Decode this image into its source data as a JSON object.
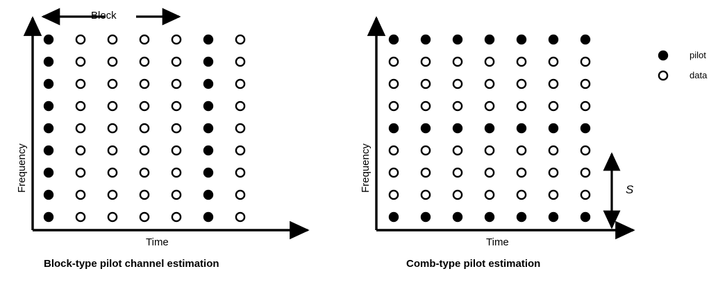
{
  "figure": {
    "background": "#ffffff",
    "ink": "#000000",
    "panels": [
      {
        "id": "block-type",
        "caption": "Block-type pilot channel estimation",
        "xlabel": "Time",
        "ylabel": "Frequency",
        "annotation": "Block",
        "rows": 9,
        "cols": 7,
        "pilot_pattern": "columns",
        "pilot_columns": [
          1,
          6
        ],
        "grid": [
          [
            "pilot",
            "data",
            "data",
            "data",
            "data",
            "pilot",
            "data"
          ],
          [
            "pilot",
            "data",
            "data",
            "data",
            "data",
            "pilot",
            "data"
          ],
          [
            "pilot",
            "data",
            "data",
            "data",
            "data",
            "pilot",
            "data"
          ],
          [
            "pilot",
            "data",
            "data",
            "data",
            "data",
            "pilot",
            "data"
          ],
          [
            "pilot",
            "data",
            "data",
            "data",
            "data",
            "pilot",
            "data"
          ],
          [
            "pilot",
            "data",
            "data",
            "data",
            "data",
            "pilot",
            "data"
          ],
          [
            "pilot",
            "data",
            "data",
            "data",
            "data",
            "pilot",
            "data"
          ],
          [
            "pilot",
            "data",
            "data",
            "data",
            "data",
            "pilot",
            "data"
          ],
          [
            "pilot",
            "data",
            "data",
            "data",
            "data",
            "pilot",
            "data"
          ]
        ]
      },
      {
        "id": "comb-type",
        "caption": "Comb-type pilot estimation",
        "xlabel": "Time",
        "ylabel": "Frequency",
        "annotation": "S",
        "rows": 9,
        "cols": 7,
        "pilot_pattern": "rows",
        "pilot_rows": [
          1,
          5,
          9
        ],
        "grid": [
          [
            "pilot",
            "pilot",
            "pilot",
            "pilot",
            "pilot",
            "pilot",
            "pilot"
          ],
          [
            "data",
            "data",
            "data",
            "data",
            "data",
            "data",
            "data"
          ],
          [
            "data",
            "data",
            "data",
            "data",
            "data",
            "data",
            "data"
          ],
          [
            "data",
            "data",
            "data",
            "data",
            "data",
            "data",
            "data"
          ],
          [
            "pilot",
            "pilot",
            "pilot",
            "pilot",
            "pilot",
            "pilot",
            "pilot"
          ],
          [
            "data",
            "data",
            "data",
            "data",
            "data",
            "data",
            "data"
          ],
          [
            "data",
            "data",
            "data",
            "data",
            "data",
            "data",
            "data"
          ],
          [
            "data",
            "data",
            "data",
            "data",
            "data",
            "data",
            "data"
          ],
          [
            "pilot",
            "pilot",
            "pilot",
            "pilot",
            "pilot",
            "pilot",
            "pilot"
          ]
        ]
      }
    ],
    "legend": {
      "items": [
        {
          "marker": "filled-circle",
          "label": "pilot"
        },
        {
          "marker": "open-circle",
          "label": "data"
        }
      ]
    }
  },
  "chart_data": {
    "type": "scatter",
    "title": "",
    "xlabel": "Time",
    "ylabel": "Frequency",
    "legend": [
      "pilot",
      "data"
    ],
    "panels": [
      {
        "title": "Block-type pilot channel estimation",
        "rows": 9,
        "cols": 7,
        "pilot_columns": [
          1,
          6
        ],
        "annotation": "Block"
      },
      {
        "title": "Comb-type pilot estimation",
        "rows": 9,
        "cols": 7,
        "pilot_rows": [
          1,
          5,
          9
        ],
        "annotation": "S"
      }
    ]
  }
}
